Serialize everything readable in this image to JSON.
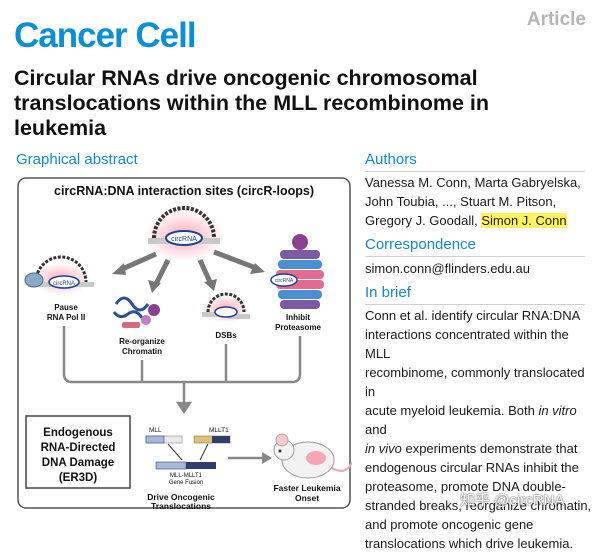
{
  "header": {
    "journal": "Cancer Cell",
    "article_type": "Article",
    "title": "Circular RNAs drive oncogenic chromosomal translocations within the MLL recombinome in leukemia"
  },
  "graphical_abstract": {
    "heading": "Graphical abstract",
    "figure_title": "circRNA:DNA interaction sites (circR-loops)",
    "circ_labels": {
      "center": "circRNA",
      "left": "circRNA",
      "right": "circRNA"
    },
    "effects": {
      "pause": [
        "Pause",
        "RNA Pol II"
      ],
      "reorganize": [
        "Re-organize",
        "Chromatin"
      ],
      "dsbs": [
        "DSBs"
      ],
      "inhibit": [
        "Inhibit",
        "Proteasome"
      ]
    },
    "er3d": [
      "Endogenous",
      "RNA-Directed",
      "DNA Damage",
      "(ER3D)"
    ],
    "fusion": {
      "mll": "MLL",
      "mllt1": "MLLT1",
      "fusion_label": [
        "MLL-MLLT1",
        "Gene Fusion"
      ],
      "caption": [
        "Drive Oncogenic",
        "Translocations"
      ]
    },
    "outcome": [
      "Faster Leukemia",
      "Onset"
    ]
  },
  "authors": {
    "heading": "Authors",
    "line1": "Vanessa M. Conn, Marta Gabryelska,",
    "line2": "John Toubia, ..., Stuart M. Pitson,",
    "line3_plain": "Gregory J. Goodall, ",
    "line3_highlight": "Simon J. Conn"
  },
  "correspondence": {
    "heading": "Correspondence",
    "email": "simon.conn@flinders.edu.au"
  },
  "in_brief": {
    "heading": "In brief",
    "l1": "Conn et al. identify circular RNA:DNA",
    "l2": "interactions concentrated within the MLL",
    "l3": "recombinome, commonly translocated in",
    "l4a": "acute myeloid leukemia. Both ",
    "l4i": "in vitro",
    "l4b": " and",
    "l5i": "in vivo",
    "l5b": " experiments demonstrate that",
    "l6": "endogenous circular RNAs inhibit the",
    "l7": "proteasome, promote DNA double-",
    "l8": "stranded breaks, reorganize chromatin,",
    "l9": "and promote oncogenic gene",
    "l10": "translocations which drive leukemia."
  },
  "watermark": "知乎 @circRNA",
  "colors": {
    "journal_blue": "#0a8fd4",
    "section_blue": "#1588c9",
    "highlight": "#fff45a"
  }
}
